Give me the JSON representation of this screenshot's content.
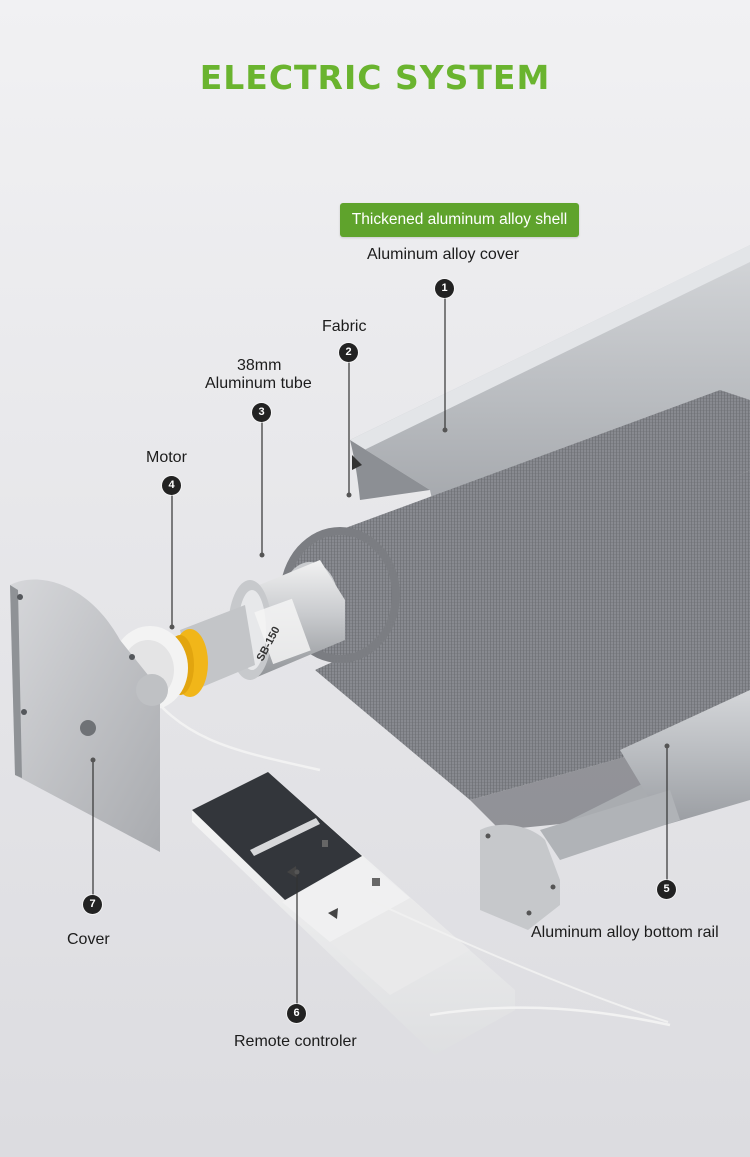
{
  "title": "ELECTRIC SYSTEM",
  "badge": "Thickened aluminum alloy shell",
  "colors": {
    "accent_green": "#6ab42f",
    "badge_green": "#5fa32c",
    "marker": "#222222",
    "aluminum": "#b9bcc0",
    "fabric": "#7d7f84",
    "motor_yellow": "#f1b619"
  },
  "callouts": [
    {
      "number": "1",
      "label": "Aluminum alloy cover"
    },
    {
      "number": "2",
      "label": "Fabric"
    },
    {
      "number": "3",
      "label_line1": "38mm",
      "label_line2": "Aluminum tube"
    },
    {
      "number": "4",
      "label": "Motor"
    },
    {
      "number": "5",
      "label": "Aluminum alloy bottom rail"
    },
    {
      "number": "6",
      "label": "Remote controler"
    },
    {
      "number": "7",
      "label": "Cover"
    }
  ],
  "tube_print": "SB-150"
}
